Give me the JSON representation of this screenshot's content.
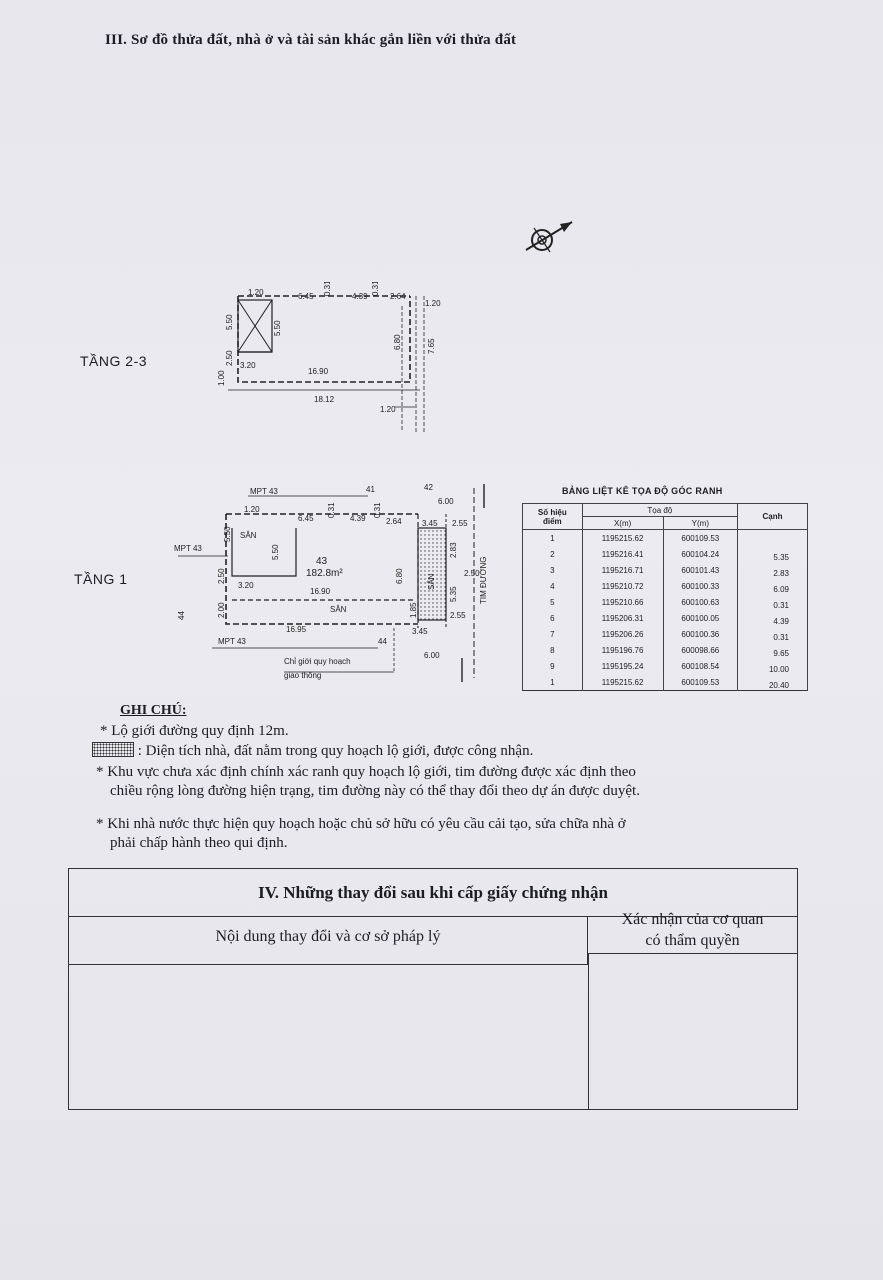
{
  "section3": {
    "title": "III. Sơ đồ thửa đất, nhà ở và tài sản khác gắn liền với thửa đất"
  },
  "floor_upper": {
    "label": "TẦNG 2-3",
    "dims": {
      "top_left": "1.20",
      "top_a": "6.45",
      "top_b": "0.31",
      "top_c": "4.39",
      "top_d": "0.31",
      "top_e": "2.64",
      "top_right": "1.20",
      "left_a": "5.50",
      "left_b": "5.50",
      "left_c": "2.50",
      "left_d": "1.00",
      "bottom_left": "3.20",
      "bottom_mid": "16.90",
      "overall": "18.12",
      "right_a": "6.80",
      "right_b": "7.65",
      "right_c": "1.20"
    }
  },
  "floor_ground": {
    "label": "TẦNG 1",
    "top_labels": {
      "mpt_top": "MPT 43",
      "lot41": "41",
      "lot42": "42",
      "mpt_left": "MPT 43",
      "mpt_bottom": "MPT 43",
      "lot44_left": "44",
      "lot44_bottom": "44"
    },
    "dims": {
      "top_left": "1.20",
      "top_a": "6.45",
      "top_b": "0.31",
      "top_c": "4.39",
      "top_d": "0.31",
      "top_e": "2.64",
      "top_f": "3.45",
      "top_g": "2.55",
      "top_h": "6.00",
      "left_a": "5.50",
      "left_b": "5.50",
      "left_c": "2.50",
      "left_d": "2.00",
      "bottom_a": "3.20",
      "bottom_b": "16.90",
      "bottom_c": "16.95",
      "bottom_d": "3.45",
      "bottom_e": "2.55",
      "bottom_f": "6.00",
      "right_a": "6.80",
      "right_b": "2.83",
      "right_c": "2.50",
      "right_d": "5.35",
      "right_e": "1.85"
    },
    "lot_number": "43",
    "area": "182.8m²",
    "san_labels": [
      "SÂN",
      "SÂN",
      "SÂN"
    ],
    "street_center": "TIM ĐƯỜNG",
    "planning_line": [
      "Chỉ giới quy hoạch",
      "giao thông"
    ]
  },
  "coords_table": {
    "caption": "BẢNG LIỆT KÊ TỌA ĐỘ GÓC RANH",
    "headers": {
      "point": [
        "Số hiệu",
        "điểm"
      ],
      "coord": "Tọa độ",
      "x": "X(m)",
      "y": "Y(m)",
      "edge": "Cạnh"
    },
    "rows": [
      {
        "n": "1",
        "x": "1195215.62",
        "y": "600109.53"
      },
      {
        "n": "2",
        "x": "1195216.41",
        "y": "600104.24"
      },
      {
        "n": "3",
        "x": "1195216.71",
        "y": "600101.43"
      },
      {
        "n": "4",
        "x": "1195210.72",
        "y": "600100.33"
      },
      {
        "n": "5",
        "x": "1195210.66",
        "y": "600100.63"
      },
      {
        "n": "6",
        "x": "1195206.31",
        "y": "600100.05"
      },
      {
        "n": "7",
        "x": "1195206.26",
        "y": "600100.36"
      },
      {
        "n": "8",
        "x": "1195196.76",
        "y": "600098.66"
      },
      {
        "n": "9",
        "x": "1195195.24",
        "y": "600108.54"
      },
      {
        "n": "1",
        "x": "1195215.62",
        "y": "600109.53"
      }
    ],
    "edges": [
      "5.35",
      "2.83",
      "6.09",
      "0.31",
      "4.39",
      "0.31",
      "9.65",
      "10.00",
      "20.40"
    ]
  },
  "notes": {
    "title": "GHI CHÚ:",
    "items": [
      "* Lộ giới đường quy định 12m.",
      ": Diện tích nhà, đất nằm trong quy hoạch lộ giới, được công nhận.",
      "* Khu vực chưa xác định chính xác ranh quy hoạch lộ giới, tim  đường được xác định theo",
      "chiều rộng lòng đường hiện trạng, tim đường này có thể thay đổi theo dự án được duyệt.",
      "* Khi nhà nước thực hiện quy hoạch hoặc chủ sở hữu có yêu cầu cải tạo, sửa chữa nhà ở",
      "phải chấp hành theo qui định."
    ]
  },
  "section4": {
    "title": "IV. Những thay đổi sau khi cấp giấy chứng nhận",
    "col1": "Nội dung thay đổi và cơ sở pháp lý",
    "col2_line1": "Xác nhận của cơ quan",
    "col2_line2": "có thẩm quyền"
  }
}
